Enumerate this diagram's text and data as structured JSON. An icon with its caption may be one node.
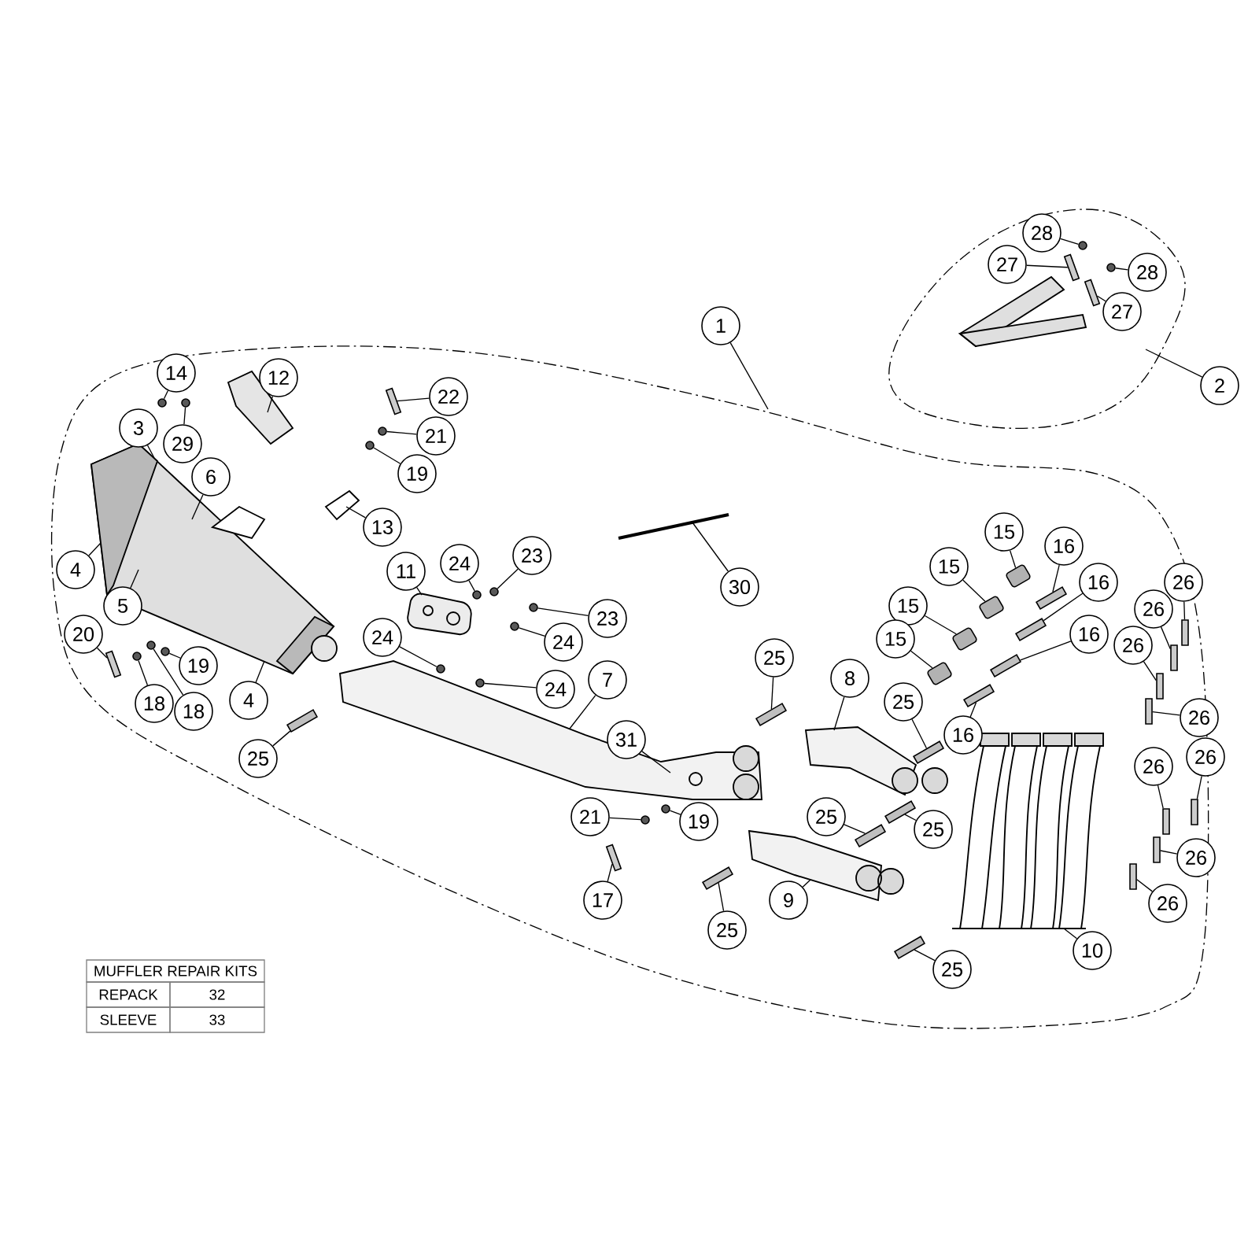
{
  "diagram": {
    "nodes": [
      {
        "text": [
          "28"
        ]
      },
      {
        "text": [
          "27"
        ]
      },
      {
        "text": [
          "28"
        ]
      },
      {
        "text": [
          "27"
        ]
      },
      {
        "text": [
          "1"
        ]
      },
      {
        "text": [
          "2"
        ]
      },
      {
        "text": [
          "14"
        ]
      },
      {
        "text": [
          "12"
        ]
      },
      {
        "text": [
          "22"
        ]
      },
      {
        "text": [
          "3"
        ]
      },
      {
        "text": [
          "21"
        ]
      },
      {
        "text": [
          "29"
        ]
      },
      {
        "text": [
          "19"
        ]
      },
      {
        "text": [
          "6"
        ]
      },
      {
        "text": [
          "13"
        ]
      },
      {
        "text": [
          "15"
        ]
      },
      {
        "text": [
          "16"
        ]
      },
      {
        "text": [
          "24"
        ]
      },
      {
        "text": [
          "4"
        ]
      },
      {
        "text": [
          "23"
        ]
      },
      {
        "text": [
          "11"
        ]
      },
      {
        "text": [
          "15"
        ]
      },
      {
        "text": [
          "26"
        ]
      },
      {
        "text": [
          "30"
        ]
      },
      {
        "text": [
          "5"
        ]
      },
      {
        "text": [
          "16"
        ]
      },
      {
        "text": [
          "26"
        ]
      },
      {
        "text": [
          "15"
        ]
      },
      {
        "text": [
          "23"
        ]
      },
      {
        "text": [
          "20"
        ]
      },
      {
        "text": [
          "16"
        ]
      },
      {
        "text": [
          "24"
        ]
      },
      {
        "text": [
          "15"
        ]
      },
      {
        "text": [
          "24"
        ]
      },
      {
        "text": [
          "26"
        ]
      },
      {
        "text": [
          "19"
        ]
      },
      {
        "text": [
          "25"
        ]
      },
      {
        "text": [
          "8"
        ]
      },
      {
        "text": [
          "7"
        ]
      },
      {
        "text": [
          "24"
        ]
      },
      {
        "text": [
          "4"
        ]
      },
      {
        "text": [
          "18"
        ]
      },
      {
        "text": [
          "18"
        ]
      },
      {
        "text": [
          "25"
        ]
      },
      {
        "text": [
          "26"
        ]
      },
      {
        "text": [
          "31"
        ]
      },
      {
        "text": [
          "16"
        ]
      },
      {
        "text": [
          "26"
        ]
      },
      {
        "text": [
          "26"
        ]
      },
      {
        "text": [
          "21"
        ]
      },
      {
        "text": [
          "19"
        ]
      },
      {
        "text": [
          "25"
        ]
      },
      {
        "text": [
          "25"
        ]
      },
      {
        "text": [
          "26"
        ]
      },
      {
        "text": [
          "9"
        ]
      },
      {
        "text": [
          "17"
        ]
      },
      {
        "text": [
          "26"
        ]
      },
      {
        "text": [
          "25"
        ]
      },
      {
        "text": [
          "10"
        ]
      },
      {
        "text": [
          "25"
        ]
      },
      {
        "text": [
          "25"
        ]
      },
      {
        "text": [],
        "shape": "picture"
      },
      {
        "text": [],
        "shape": "picture"
      },
      {
        "text": [],
        "shape": "picture"
      },
      {
        "text": [],
        "shape": "picture"
      },
      {
        "text": [],
        "shape": "picture"
      },
      {
        "text": [],
        "shape": "picture"
      },
      {
        "text": [],
        "shape": "picture"
      },
      {
        "text": [],
        "shape": "picture"
      },
      {
        "text": [],
        "shape": "picture"
      },
      {
        "text": [],
        "shape": "circle"
      },
      {
        "text": [],
        "shape": "bar"
      },
      {
        "text": [],
        "shape": "circle"
      },
      {
        "text": [],
        "shape": "bar"
      },
      {
        "text": [],
        "shape": "circle"
      },
      {
        "text": [],
        "shape": "bar"
      },
      {
        "text": [],
        "shape": "circle"
      },
      {
        "text": [],
        "shape": "circle"
      },
      {
        "text": [],
        "shape": "circle"
      },
      {
        "text": [],
        "shape": "cylinder"
      },
      {
        "text": [],
        "shape": "bar"
      },
      {
        "text": [],
        "shape": "circle"
      },
      {
        "text": [],
        "shape": "circle"
      },
      {
        "text": [],
        "shape": "cylinder"
      },
      {
        "text": [],
        "shape": "bar"
      },
      {
        "text": [],
        "shape": "bar"
      },
      {
        "text": [],
        "shape": "bar"
      },
      {
        "text": [],
        "shape": "cylinder"
      },
      {
        "text": [],
        "shape": "circle"
      },
      {
        "text": [],
        "shape": "bar"
      },
      {
        "text": [],
        "shape": "bar"
      },
      {
        "text": [],
        "shape": "circle"
      },
      {
        "text": [],
        "shape": "cylinder"
      },
      {
        "text": [],
        "shape": "circle"
      },
      {
        "text": [],
        "shape": "bar"
      },
      {
        "text": [],
        "shape": "circle"
      },
      {
        "text": [],
        "shape": "bar"
      },
      {
        "text": [],
        "shape": "circle"
      },
      {
        "text": [],
        "shape": "circle"
      },
      {
        "text": [],
        "shape": "circle"
      },
      {
        "text": [],
        "shape": "bar"
      },
      {
        "text": [],
        "shape": "bar"
      },
      {
        "text": [],
        "shape": "bar"
      },
      {
        "text": [],
        "shape": "bar"
      },
      {
        "text": [],
        "shape": "bar"
      },
      {
        "text": [],
        "shape": "circle"
      },
      {
        "text": [],
        "shape": "circle"
      },
      {
        "text": [],
        "shape": "bar"
      },
      {
        "text": [],
        "shape": "bar"
      },
      {
        "text": [],
        "shape": "bar"
      },
      {
        "text": [],
        "shape": "bar"
      },
      {
        "text": [],
        "shape": "bar"
      },
      {
        "text": [],
        "shape": "bar"
      },
      {
        "text": [],
        "shape": "bar"
      },
      {
        "text": [],
        "shape": "bar"
      }
    ],
    "edges": [
      {
        "from": 0,
        "to": 70,
        "arrow": "none"
      },
      {
        "from": 1,
        "to": 71,
        "arrow": "none"
      },
      {
        "from": 2,
        "to": 72,
        "arrow": "none"
      },
      {
        "from": 3,
        "to": 73,
        "arrow": "none"
      },
      {
        "from": 4,
        "to": null,
        "arrow": "none"
      },
      {
        "from": 5,
        "to": null,
        "arrow": "none"
      },
      {
        "from": 6,
        "to": 74,
        "arrow": "none"
      },
      {
        "from": 7,
        "to": 62,
        "arrow": "none"
      },
      {
        "from": 8,
        "to": 75,
        "arrow": "none"
      },
      {
        "from": 9,
        "to": 61,
        "arrow": "none"
      },
      {
        "from": 10,
        "to": 76,
        "arrow": "none"
      },
      {
        "from": 11,
        "to": 77,
        "arrow": "none"
      },
      {
        "from": 12,
        "to": 78,
        "arrow": "none"
      },
      {
        "from": 13,
        "to": 61,
        "arrow": "none"
      },
      {
        "from": 14,
        "to": 63,
        "arrow": "none"
      },
      {
        "from": 15,
        "to": 79,
        "arrow": "none"
      },
      {
        "from": 16,
        "to": 80,
        "arrow": "none"
      },
      {
        "from": 17,
        "to": 81,
        "arrow": "none"
      },
      {
        "from": 18,
        "to": 61,
        "arrow": "none"
      },
      {
        "from": 19,
        "to": 82,
        "arrow": "none"
      },
      {
        "from": 20,
        "to": 64,
        "arrow": "none"
      },
      {
        "from": 21,
        "to": 83,
        "arrow": "none"
      },
      {
        "from": 22,
        "to": 84,
        "arrow": "none"
      },
      {
        "from": 23,
        "to": 65,
        "arrow": "none"
      },
      {
        "from": 24,
        "to": 61,
        "arrow": "none"
      },
      {
        "from": 25,
        "to": 85,
        "arrow": "none"
      },
      {
        "from": 26,
        "to": 86,
        "arrow": "none"
      },
      {
        "from": 27,
        "to": 87,
        "arrow": "none"
      },
      {
        "from": 28,
        "to": 88,
        "arrow": "none"
      },
      {
        "from": 29,
        "to": 89,
        "arrow": "none"
      },
      {
        "from": 30,
        "to": 90,
        "arrow": "none"
      },
      {
        "from": 31,
        "to": 91,
        "arrow": "none"
      },
      {
        "from": 32,
        "to": 92,
        "arrow": "none"
      },
      {
        "from": 33,
        "to": 93,
        "arrow": "none"
      },
      {
        "from": 34,
        "to": 94,
        "arrow": "none"
      },
      {
        "from": 35,
        "to": 95,
        "arrow": "none"
      },
      {
        "from": 36,
        "to": 96,
        "arrow": "none"
      },
      {
        "from": 37,
        "to": 67,
        "arrow": "none"
      },
      {
        "from": 38,
        "to": 66,
        "arrow": "none"
      },
      {
        "from": 39,
        "to": 97,
        "arrow": "none"
      },
      {
        "from": 40,
        "to": 61,
        "arrow": "none"
      },
      {
        "from": 41,
        "to": 98,
        "arrow": "none"
      },
      {
        "from": 42,
        "to": 99,
        "arrow": "none"
      },
      {
        "from": 43,
        "to": 100,
        "arrow": "none"
      },
      {
        "from": 44,
        "to": 101,
        "arrow": "none"
      },
      {
        "from": 45,
        "to": 66,
        "arrow": "none"
      },
      {
        "from": 46,
        "to": 102,
        "arrow": "none"
      },
      {
        "from": 47,
        "to": 103,
        "arrow": "none"
      },
      {
        "from": 48,
        "to": 104,
        "arrow": "none"
      },
      {
        "from": 49,
        "to": 105,
        "arrow": "none"
      },
      {
        "from": 50,
        "to": 106,
        "arrow": "none"
      },
      {
        "from": 51,
        "to": 107,
        "arrow": "none"
      },
      {
        "from": 52,
        "to": 108,
        "arrow": "none"
      },
      {
        "from": 53,
        "to": 109,
        "arrow": "none"
      },
      {
        "from": 54,
        "to": 68,
        "arrow": "none"
      },
      {
        "from": 55,
        "to": 110,
        "arrow": "none"
      },
      {
        "from": 56,
        "to": 111,
        "arrow": "none"
      },
      {
        "from": 57,
        "to": 112,
        "arrow": "none"
      },
      {
        "from": 58,
        "to": 69,
        "arrow": "none"
      },
      {
        "from": 59,
        "to": 113,
        "arrow": "none"
      },
      {
        "from": 60,
        "to": 114,
        "arrow": "none"
      }
    ],
    "labels": [
      "MUFFLER REPAIR KITS",
      "REPACK",
      "32",
      "SLEEVE",
      "33"
    ]
  }
}
